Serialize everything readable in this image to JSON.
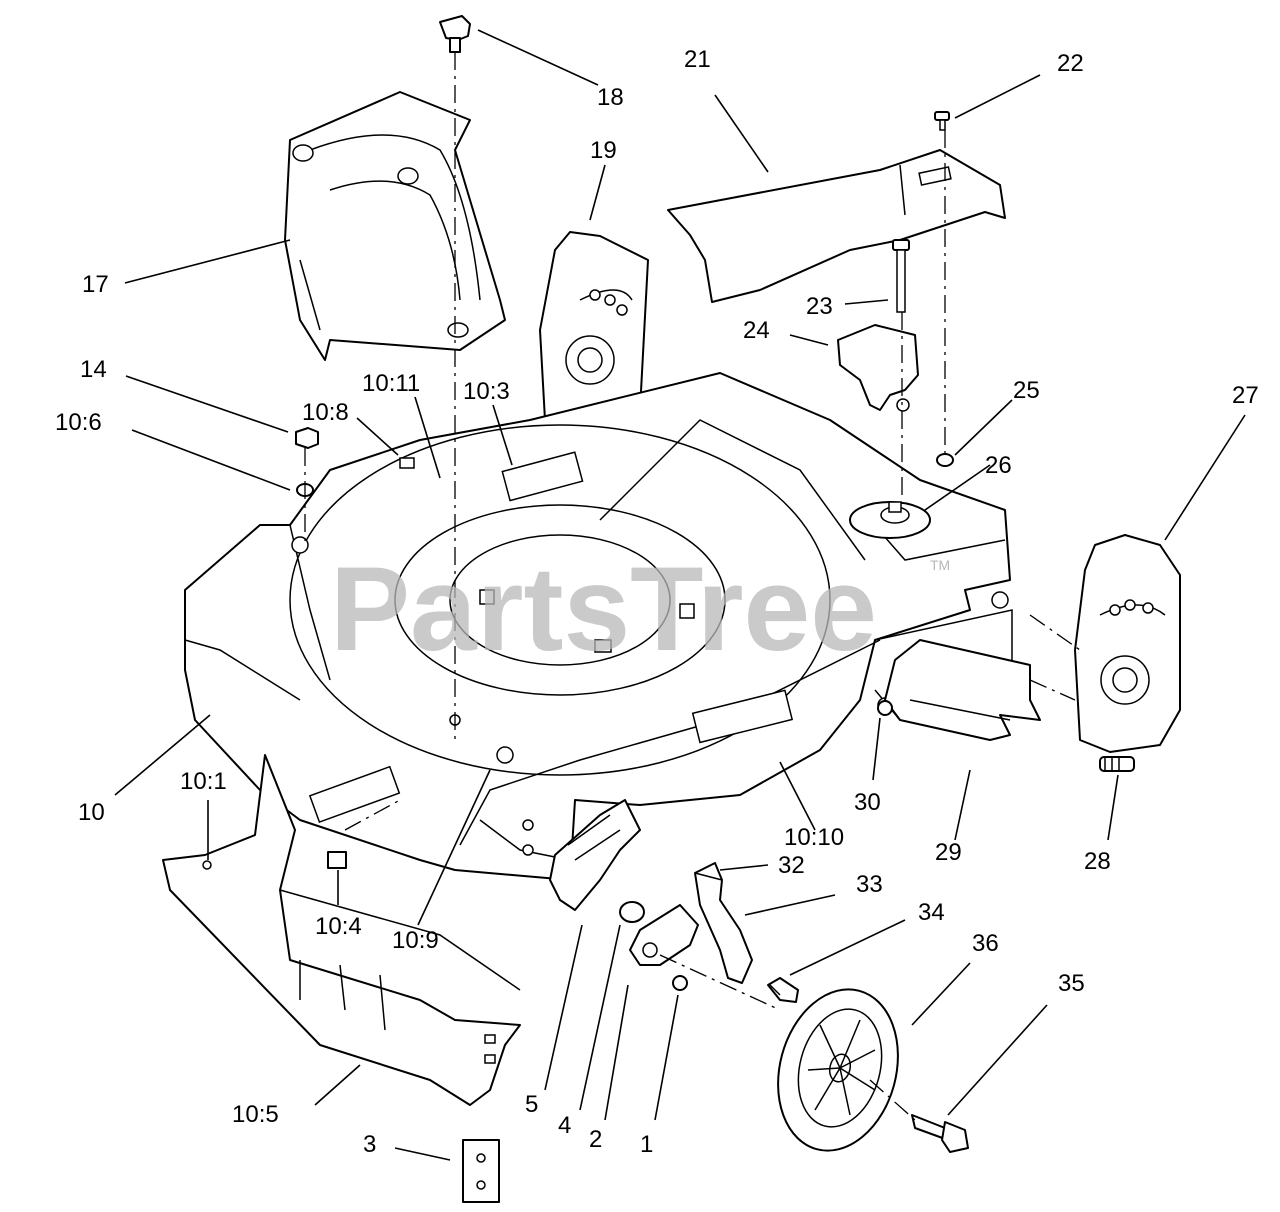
{
  "watermark": {
    "text": "PartsTree",
    "trademark": "TM"
  },
  "callouts": {
    "c18": "18",
    "c17": "17",
    "c19": "19",
    "c21": "21",
    "c22": "22",
    "c23": "23",
    "c24": "24",
    "c14": "14",
    "c10_8": "10:8",
    "c10_11": "10:11",
    "c10_3": "10:3",
    "c10_6": "10:6",
    "c25": "25",
    "c27": "27",
    "c26": "26",
    "c10": "10",
    "c10_1": "10:1",
    "c30": "30",
    "c10_10": "10:10",
    "c29": "29",
    "c28": "28",
    "c32": "32",
    "c33": "33",
    "c34": "34",
    "c36": "36",
    "c35": "35",
    "c10_4": "10:4",
    "c10_9": "10:9",
    "c10_5": "10:5",
    "c5": "5",
    "c4": "4",
    "c2": "2",
    "c1": "1",
    "c3": "3"
  }
}
